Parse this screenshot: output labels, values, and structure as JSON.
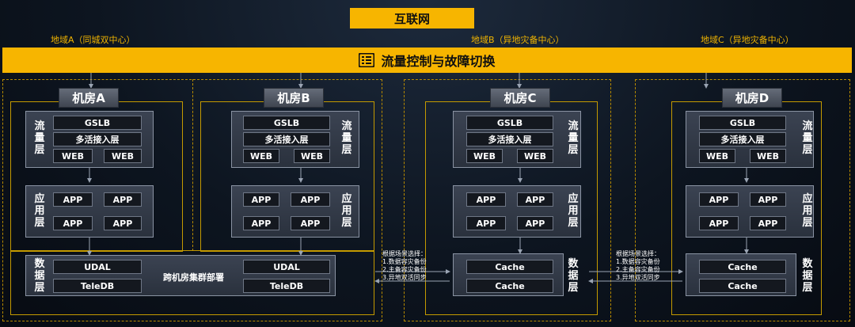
{
  "internet": "互联网",
  "regions": [
    "地域A（同城双中心）",
    "地域B（异地灾备中心）",
    "地域C（异地灾备中心）"
  ],
  "control_bar": {
    "label": "流量控制与故障切换",
    "icon": "list-icon"
  },
  "rooms": [
    {
      "title": "机房A",
      "traffic": [
        "GSLB",
        "多活接入层",
        "WEB",
        "WEB"
      ],
      "app": [
        "APP",
        "APP",
        "APP",
        "APP"
      ]
    },
    {
      "title": "机房B",
      "traffic": [
        "GSLB",
        "多活接入层",
        "WEB",
        "WEB"
      ],
      "app": [
        "APP",
        "APP",
        "APP",
        "APP"
      ]
    },
    {
      "title": "机房C",
      "traffic": [
        "GSLB",
        "多活接入层",
        "WEB",
        "WEB"
      ],
      "app": [
        "APP",
        "APP",
        "APP",
        "APP"
      ],
      "data": [
        "Cache",
        "Cache"
      ]
    },
    {
      "title": "机房D",
      "traffic": [
        "GSLB",
        "多活接入层",
        "WEB",
        "WEB"
      ],
      "app": [
        "APP",
        "APP",
        "APP",
        "APP"
      ],
      "data": [
        "Cache",
        "Cache"
      ]
    }
  ],
  "layers": {
    "traffic": "流量层",
    "app": "应用层",
    "data": "数据层"
  },
  "shared_data": {
    "left": [
      "UDAL",
      "TeleDB"
    ],
    "right": [
      "UDAL",
      "TeleDB"
    ],
    "label": "跨机房集群部署"
  },
  "sync_note": "根据场景选择：\n1.数据容灾备份\n2.主备容灾备份\n3.异地双活同步"
}
